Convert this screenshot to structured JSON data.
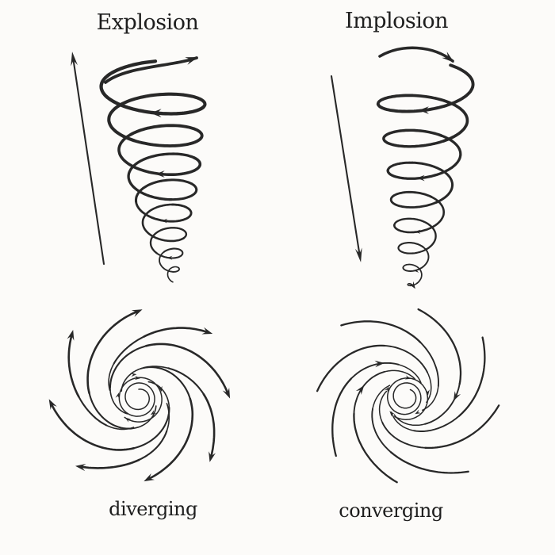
{
  "canvas": {
    "background": "#fcfbf9",
    "ink": "#282828"
  },
  "top_row": {
    "left": {
      "title": "Explosion",
      "arrow_icon": "up-arrow",
      "figure": "cone-spiral-widening-upward-outflow"
    },
    "right": {
      "title": "Implosion",
      "arrow_icon": "down-arrow",
      "figure": "cone-spiral-narrowing-downward-inflow"
    }
  },
  "bottom_row": {
    "left": {
      "caption": "diverging",
      "figure": "spiral-vortex-outward-arrows"
    },
    "right": {
      "caption": "converging",
      "figure": "spiral-vortex-inward-arrows"
    }
  }
}
